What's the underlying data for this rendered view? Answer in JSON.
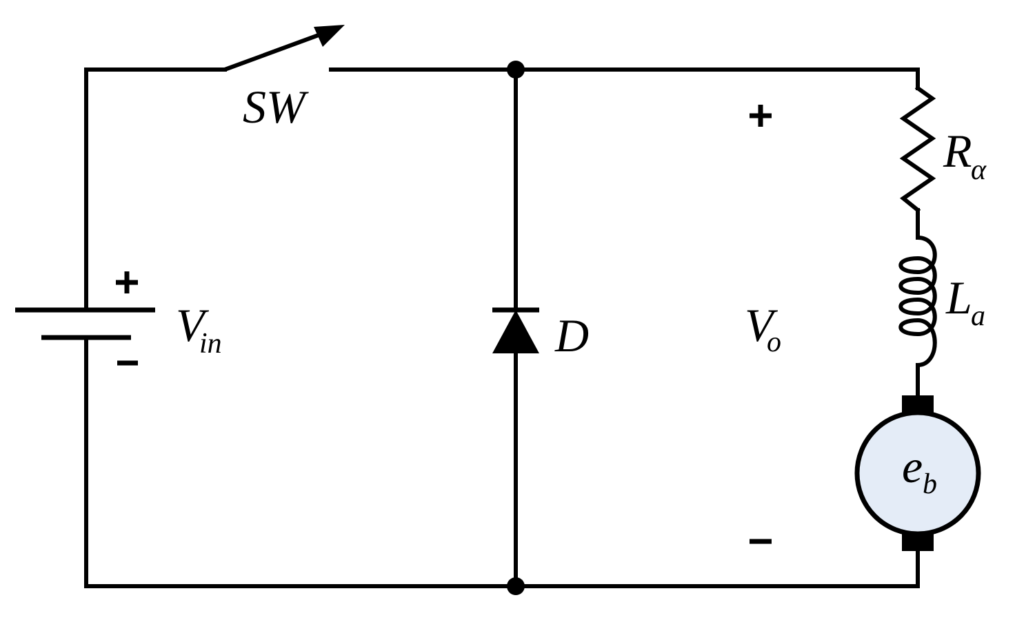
{
  "components": {
    "switch": {
      "label": "SW"
    },
    "source": {
      "label": "V",
      "subscript": "in",
      "pos_sign": "+",
      "neg_sign": "−"
    },
    "diode": {
      "label": "D"
    },
    "output": {
      "label": "V",
      "subscript": "o",
      "pos_sign": "+",
      "neg_sign": "−"
    },
    "resistor": {
      "label": "R",
      "subscript": "α"
    },
    "inductor": {
      "label": "L",
      "subscript": "a"
    },
    "motor": {
      "label": "e",
      "subscript": "b"
    }
  },
  "colors": {
    "wire": "#000000",
    "motor_fill": "#e4ecf7"
  }
}
